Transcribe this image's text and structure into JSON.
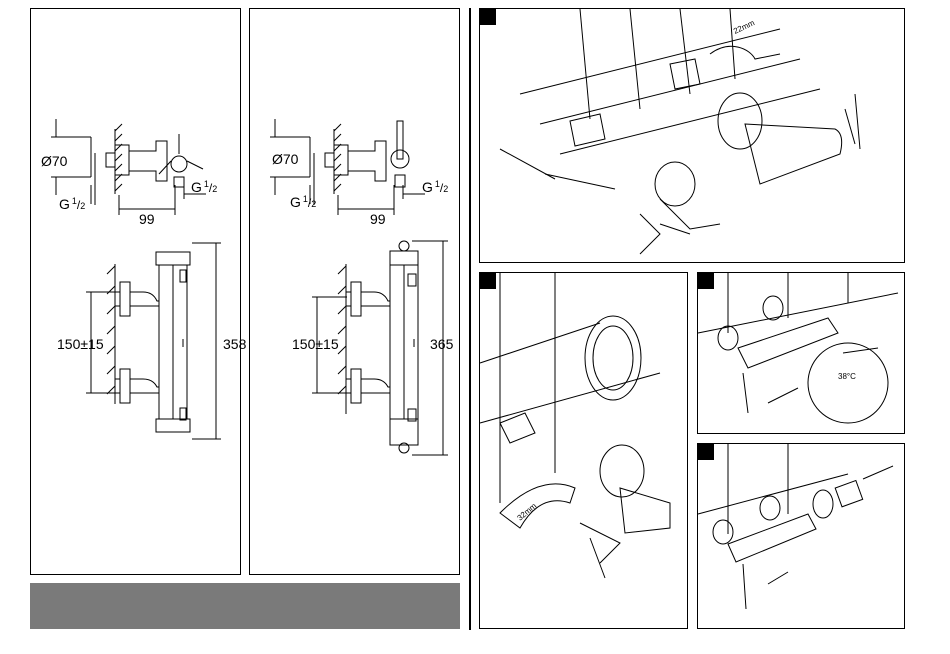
{
  "left_diagram": {
    "diameter": "Ø70",
    "thread_side": "G",
    "thread_frac_num": "1",
    "thread_frac_den": "2",
    "offset": "99",
    "spacing": "150±15",
    "height": "358"
  },
  "right_diagram": {
    "diameter": "Ø70",
    "thread_side": "G",
    "thread_frac_num": "1",
    "thread_frac_den": "2",
    "offset": "99",
    "spacing": "150±15",
    "height": "365"
  },
  "install_steps": {
    "step1_wrench": "22mm",
    "step2_wrench": "32mm",
    "step3_marker": "38°C"
  }
}
